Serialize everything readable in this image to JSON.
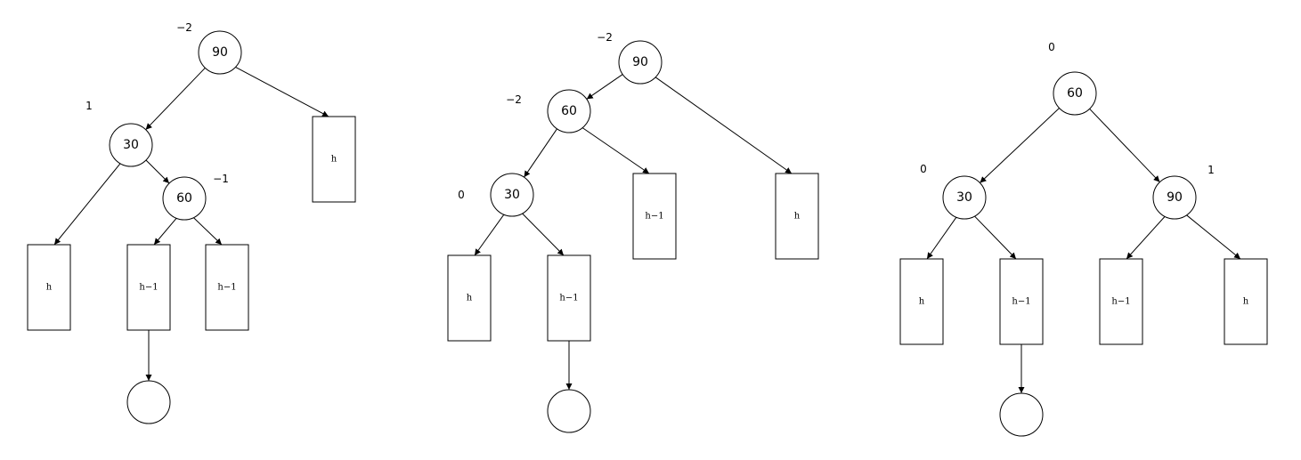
{
  "diagrams": [
    {
      "nodes": [
        {
          "id": "a90",
          "shape": "circle",
          "label": "90",
          "bf": "−2"
        },
        {
          "id": "a30",
          "shape": "circle",
          "label": "30",
          "bf": "1"
        },
        {
          "id": "a60",
          "shape": "circle",
          "label": "60",
          "bf": "−1"
        },
        {
          "id": "ah1",
          "shape": "rect",
          "label": "h"
        },
        {
          "id": "ah2",
          "shape": "rect",
          "label": "h"
        },
        {
          "id": "ahm1",
          "shape": "rect",
          "label": "h−1"
        },
        {
          "id": "ahm2",
          "shape": "rect",
          "label": "h−1"
        },
        {
          "id": "anew",
          "shape": "circle",
          "label": ""
        }
      ],
      "edges": [
        [
          "a90",
          "a30"
        ],
        [
          "a90",
          "ah1"
        ],
        [
          "a30",
          "ah2"
        ],
        [
          "a30",
          "a60"
        ],
        [
          "a60",
          "ahm1"
        ],
        [
          "a60",
          "ahm2"
        ],
        [
          "ahm1",
          "anew"
        ]
      ]
    },
    {
      "nodes": [
        {
          "id": "b90",
          "shape": "circle",
          "label": "90",
          "bf": "−2"
        },
        {
          "id": "b60",
          "shape": "circle",
          "label": "60",
          "bf": "−2"
        },
        {
          "id": "b30",
          "shape": "circle",
          "label": "30",
          "bf": "0"
        },
        {
          "id": "bhm1a",
          "shape": "rect",
          "label": "h−1"
        },
        {
          "id": "bh1",
          "shape": "rect",
          "label": "h"
        },
        {
          "id": "bh2",
          "shape": "rect",
          "label": "h"
        },
        {
          "id": "bhm1b",
          "shape": "rect",
          "label": "h−1"
        },
        {
          "id": "bnew",
          "shape": "circle",
          "label": ""
        }
      ],
      "edges": [
        [
          "b90",
          "b60"
        ],
        [
          "b90",
          "bh1"
        ],
        [
          "b60",
          "b30"
        ],
        [
          "b60",
          "bhm1a"
        ],
        [
          "b30",
          "bh2"
        ],
        [
          "b30",
          "bhm1b"
        ],
        [
          "bhm1b",
          "bnew"
        ]
      ]
    },
    {
      "nodes": [
        {
          "id": "c60",
          "shape": "circle",
          "label": "60",
          "bf": "0"
        },
        {
          "id": "c30",
          "shape": "circle",
          "label": "30",
          "bf": "0"
        },
        {
          "id": "c90",
          "shape": "circle",
          "label": "90",
          "bf": "1"
        },
        {
          "id": "ch1",
          "shape": "rect",
          "label": "h"
        },
        {
          "id": "chm1a",
          "shape": "rect",
          "label": "h−1"
        },
        {
          "id": "chm1b",
          "shape": "rect",
          "label": "h−1"
        },
        {
          "id": "ch2",
          "shape": "rect",
          "label": "h"
        },
        {
          "id": "cnew",
          "shape": "circle",
          "label": ""
        }
      ],
      "edges": [
        [
          "c60",
          "c30"
        ],
        [
          "c60",
          "c90"
        ],
        [
          "c30",
          "ch1"
        ],
        [
          "c30",
          "chm1a"
        ],
        [
          "c90",
          "chm1b"
        ],
        [
          "c90",
          "ch2"
        ],
        [
          "chm1a",
          "cnew"
        ]
      ]
    }
  ]
}
